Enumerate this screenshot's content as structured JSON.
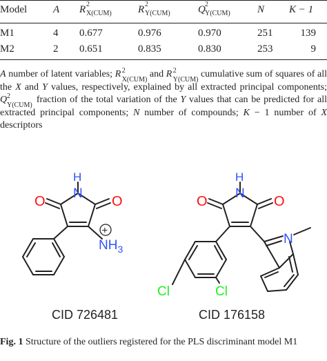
{
  "table": {
    "headers": {
      "model": "Model",
      "a": "A",
      "rx": "R",
      "rx_sub": "X(CUM)",
      "ry": "R",
      "ry_sub": "Y(CUM)",
      "q": "Q",
      "q_sub": "Y(CUM)",
      "sup2": "2",
      "n": "N",
      "k": "K − 1"
    },
    "rows": [
      {
        "model": "M1",
        "a": "4",
        "rx": "0.677",
        "ry": "0.976",
        "q": "0.970",
        "n": "251",
        "k": "139"
      },
      {
        "model": "M2",
        "a": "2",
        "rx": "0.651",
        "ry": "0.835",
        "q": "0.830",
        "n": "253",
        "k": "9"
      }
    ]
  },
  "footnote": {
    "line1_a": "A",
    "line1_b": " number of latent variables; ",
    "rx": "R",
    "rx_sub": "X(CUM)",
    "and": " and ",
    "ry": "R",
    "ry_sub": "Y(CUM)",
    "line1_c": " cumulative sum of squares of all the ",
    "x": "X",
    "and2": " and ",
    "y": "Y",
    "line1_d": " values, respectively, explained by all extracted principal components; ",
    "q": "Q",
    "q_sub": "Y(CUM)",
    "line1_e": " fraction of the total variation of the ",
    "y2": "Y",
    "line1_f": " values that can be predicted for all extracted principal components; ",
    "n": "N",
    "line1_g": " number of compounds; ",
    "k": "K",
    "line1_h": " − 1 number of ",
    "x2": "X",
    "line1_i": " descriptors",
    "sup2": "2"
  },
  "molecules": {
    "left": {
      "cid_label": "CID 726481",
      "atom_o1": "O",
      "atom_o2": "O",
      "atom_nh": "N",
      "atom_h": "H",
      "atom_nh3": "NH",
      "atom_nh3_sub": "3",
      "charge": "+"
    },
    "right": {
      "cid_label": "CID 176158",
      "atom_o1": "O",
      "atom_o2": "O",
      "atom_nh": "N",
      "atom_h": "H",
      "atom_n": "N",
      "atom_cl1": "Cl",
      "atom_cl2": "Cl"
    }
  },
  "caption": {
    "label": "Fig. 1",
    "text": " Structure of the outliers registered for the PLS discriminant model M1"
  },
  "colors": {
    "oxygen": "#ff0d0d",
    "nitrogen": "#3050f8",
    "chlorine": "#1ff01f",
    "bond": "#231f20"
  }
}
